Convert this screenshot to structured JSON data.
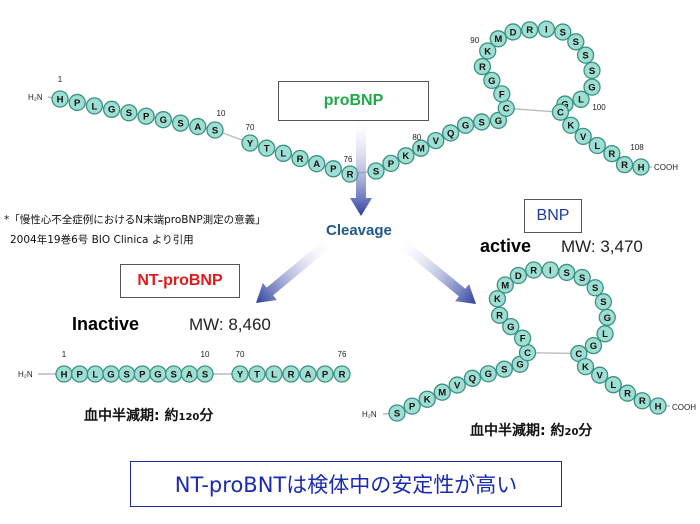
{
  "labels": {
    "probnp": "proBNP",
    "cleavage": "Cleavage",
    "bnp": "BNP",
    "ntprobnp": "NT-proBNP",
    "active": "active",
    "active_mw": "MW: 3,470",
    "inactive": "Inactive",
    "inactive_mw": "MW: 8,460",
    "citation_line1": "*「慢性心不全症例におけるN末端proBNP測定の意義」",
    "citation_line2": "2004年19巻6号 BIO Clinica より引用",
    "halflife_nt_prefix": "血中半減期: 約",
    "halflife_nt_num": "120",
    "halflife_nt_suffix": "分",
    "halflife_bnp_prefix": "血中半減期: 約",
    "halflife_bnp_num": "20",
    "halflife_bnp_suffix": "分",
    "bottom_banner": "NT-proBNTは検体中の安定性が高い"
  },
  "colors": {
    "bead_fill": "#9fded3",
    "bead_stroke": "#3a9184",
    "probnp_text": "#22a84a",
    "cleavage_text": "#1f5a8c",
    "bnp_text": "#1a3aa0",
    "ntprobnp_text": "#e01b1b",
    "banner_text": "#1a2bb0",
    "banner_border": "#1a2bb0",
    "arrow_blue": "#2c3e9e"
  },
  "probnp_sequence": {
    "n_terminus": "H₂N",
    "c_terminus": "COOH",
    "segment_1_10": [
      "H",
      "P",
      "L",
      "G",
      "S",
      "P",
      "G",
      "S",
      "A",
      "S"
    ],
    "segment_70_76": [
      "Y",
      "T",
      "L",
      "R",
      "A",
      "P",
      "R"
    ],
    "segment_77_108": [
      "S",
      "P",
      "K",
      "M",
      "V",
      "Q",
      "G",
      "S",
      "G",
      "C",
      "F",
      "G",
      "R",
      "K",
      "M",
      "D",
      "R",
      "I",
      "S",
      "S",
      "S",
      "S",
      "G",
      "L",
      "G",
      "C",
      "K",
      "V",
      "L",
      "R",
      "R",
      "H"
    ],
    "position_labels": [
      "1",
      "10",
      "70",
      "76",
      "80",
      "90",
      "100",
      "108"
    ]
  },
  "nt_sequence": {
    "n_terminus": "H₂N",
    "segment_1_10": [
      "H",
      "P",
      "L",
      "G",
      "S",
      "P",
      "G",
      "S",
      "A",
      "S"
    ],
    "segment_70_76": [
      "Y",
      "T",
      "L",
      "R",
      "A",
      "P",
      "R"
    ],
    "position_labels": [
      "1",
      "10",
      "70",
      "76"
    ]
  },
  "bnp_sequence": {
    "n_terminus": "H₂N",
    "c_terminus": "COOH",
    "residues": [
      "S",
      "P",
      "K",
      "M",
      "V",
      "Q",
      "G",
      "S",
      "G",
      "C",
      "F",
      "G",
      "R",
      "K",
      "M",
      "D",
      "R",
      "I",
      "S",
      "S",
      "S",
      "S",
      "G",
      "L",
      "G",
      "C",
      "K",
      "V",
      "L",
      "R",
      "R",
      "H"
    ]
  }
}
